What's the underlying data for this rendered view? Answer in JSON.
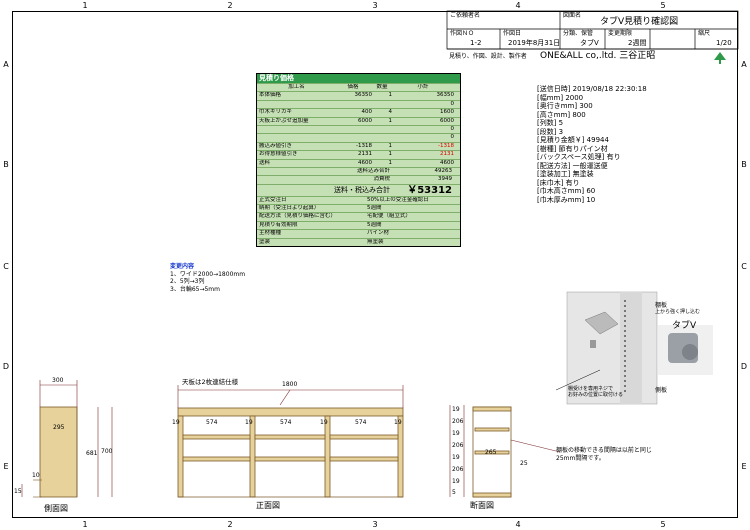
{
  "border": {
    "columns": [
      "1",
      "2",
      "3",
      "4",
      "5"
    ],
    "rows": [
      "A",
      "B",
      "C",
      "D",
      "E"
    ]
  },
  "title_block": {
    "customer_label": "ご依頼者名",
    "drawing_name_label": "図面名",
    "drawing_name": "タブV見積り確認図",
    "drawing_no_label": "作図ＮＯ",
    "drawing_no": "1-2",
    "date_label": "作図日",
    "date": "2019年8月31日",
    "category_label": "分類、保管",
    "category": "タブV",
    "change_label": "変更期限",
    "change": "2週間",
    "scale_label": "縮尺",
    "scale": "1/20",
    "company": "ONE&ALL co,.ltd. 三谷正昭",
    "services": "見積り、作図、設計、製作者"
  },
  "estimate": {
    "title": "見積り価格",
    "headers": [
      "加工名",
      "価格",
      "数量",
      "小計"
    ],
    "rows": [
      [
        "本体価格",
        "36350",
        "1",
        "36350"
      ],
      [
        "",
        "",
        "",
        "0"
      ],
      [
        "巾木キリカキ",
        "400",
        "4",
        "1600"
      ],
      [
        "天板上かぶせ追加量",
        "6000",
        "1",
        "6000"
      ],
      [
        "",
        "",
        "",
        "0"
      ],
      [
        "",
        "",
        "",
        "0"
      ],
      [
        "搬込み値引き",
        "-1318",
        "1",
        "-1318"
      ],
      [
        "お得意様値引き",
        "2131",
        "1",
        "2131"
      ],
      [
        "送料",
        "4600",
        "1",
        "4600"
      ]
    ],
    "shipping_total_label": "送料込み合計",
    "shipping_total": "49263",
    "tax_label": "消費税",
    "tax": "3949",
    "grand_total_label": "送料・税込み合計",
    "grand_total": "￥53312",
    "details": [
      [
        "正式受注日",
        "50%以上の受注金確認日"
      ],
      [
        "納期（受注日より起算）",
        "5週間"
      ],
      [
        "配送方法（見積り価格に含む）",
        "宅配便（組立式）"
      ],
      [
        "見積り有効期限",
        "5週間"
      ],
      [
        "主材種種",
        "パイン材"
      ],
      [
        "塗装",
        "無塗装"
      ]
    ]
  },
  "info_lines": [
    "[送信日時] 2019/08/18 22:30:18",
    "[幅mm] 2000",
    "[奥行きmm] 300",
    "[高さmm] 800",
    "[列数] 5",
    "[段数] 3",
    "[見積り金額￥] 49944",
    "[樹種] 節有りパイン材",
    "[バックスペース処理] 有り",
    "[配送方法] 一般運送便",
    "[塗装加工] 無塗装",
    "[床巾木] 有り",
    "[巾木高さmm] 60",
    "[巾木厚みmm] 10"
  ],
  "changes": {
    "title": "変更内容",
    "lines": [
      "1、ワイド2000→1800mm",
      "2、5列→3列",
      "3、台輪65→5mm"
    ]
  },
  "views": {
    "side_label": "側面図",
    "front_label": "正面図",
    "section_label": "断面図",
    "top_note": "天板は2枚連結仕様",
    "shelf_note": "棚板の移動できる間隔は以前と同じ25mm間隔です。",
    "bracket_label": "タブV",
    "shelf_label": "棚板",
    "shelf_sub": "上から強く押し込む",
    "side_board_label": "側板",
    "screw_note": "棚受けを専用ネジで\nお好みの位置に取付ける"
  },
  "dims": {
    "side_depth": "300",
    "side_inner": "295",
    "side_h1": "681",
    "side_h2": "700",
    "side_base": "10",
    "side_foot": "15",
    "front_width": "1800",
    "front_gap1": "19",
    "front_cell1": "574",
    "front_gap2": "19",
    "front_cell2": "574",
    "front_gap3": "19",
    "front_cell3": "574",
    "front_gap4": "19",
    "section_v": [
      "19",
      "206",
      "19",
      "206",
      "19",
      "206",
      "19",
      "5"
    ],
    "section_inner": "265",
    "section_step": "25"
  }
}
